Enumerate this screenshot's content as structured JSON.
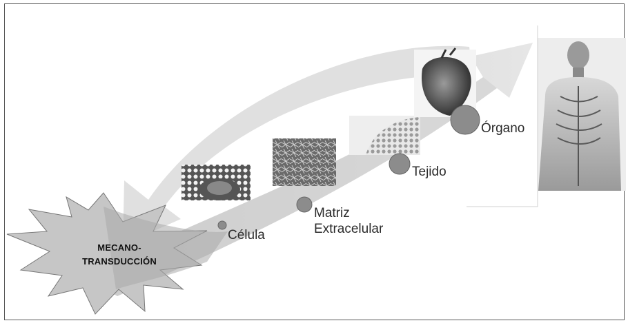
{
  "diagram": {
    "center_label_line1": "MECANO-",
    "center_label_line2": "TRANSDUCCIÓN",
    "stages": [
      {
        "label": "Célula"
      },
      {
        "label_line1": "Matriz",
        "label_line2": "Extracelular"
      },
      {
        "label": "Tejido"
      },
      {
        "label": "Órgano"
      }
    ]
  },
  "colors": {
    "arrow_fill": "#dcdcdc",
    "arrow_shadow": "#c4c4c4",
    "node_fill": "#8c8c8c",
    "burst_fill": "#c8c8c8"
  }
}
